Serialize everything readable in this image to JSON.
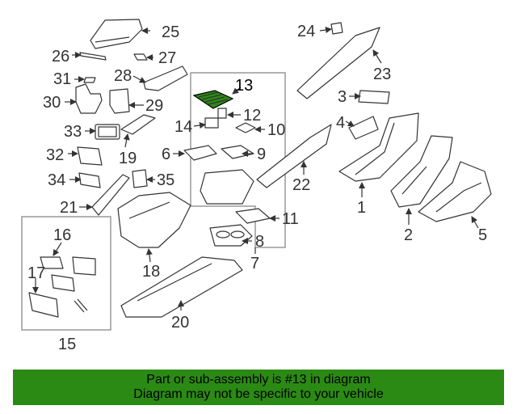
{
  "highlight_color": "#2b8a14",
  "callouts": [
    "1",
    "2",
    "3",
    "4",
    "5",
    "6",
    "7",
    "8",
    "9",
    "10",
    "11",
    "12",
    "13",
    "14",
    "15",
    "16",
    "17",
    "18",
    "19",
    "20",
    "21",
    "22",
    "23",
    "24",
    "25",
    "26",
    "27",
    "28",
    "29",
    "30",
    "31",
    "32",
    "33",
    "34",
    "35"
  ],
  "highlighted_part": "13",
  "banner": {
    "line1": "Part or sub-assembly is #13 in diagram",
    "line2": "Diagram may not be specific to your vehicle"
  }
}
